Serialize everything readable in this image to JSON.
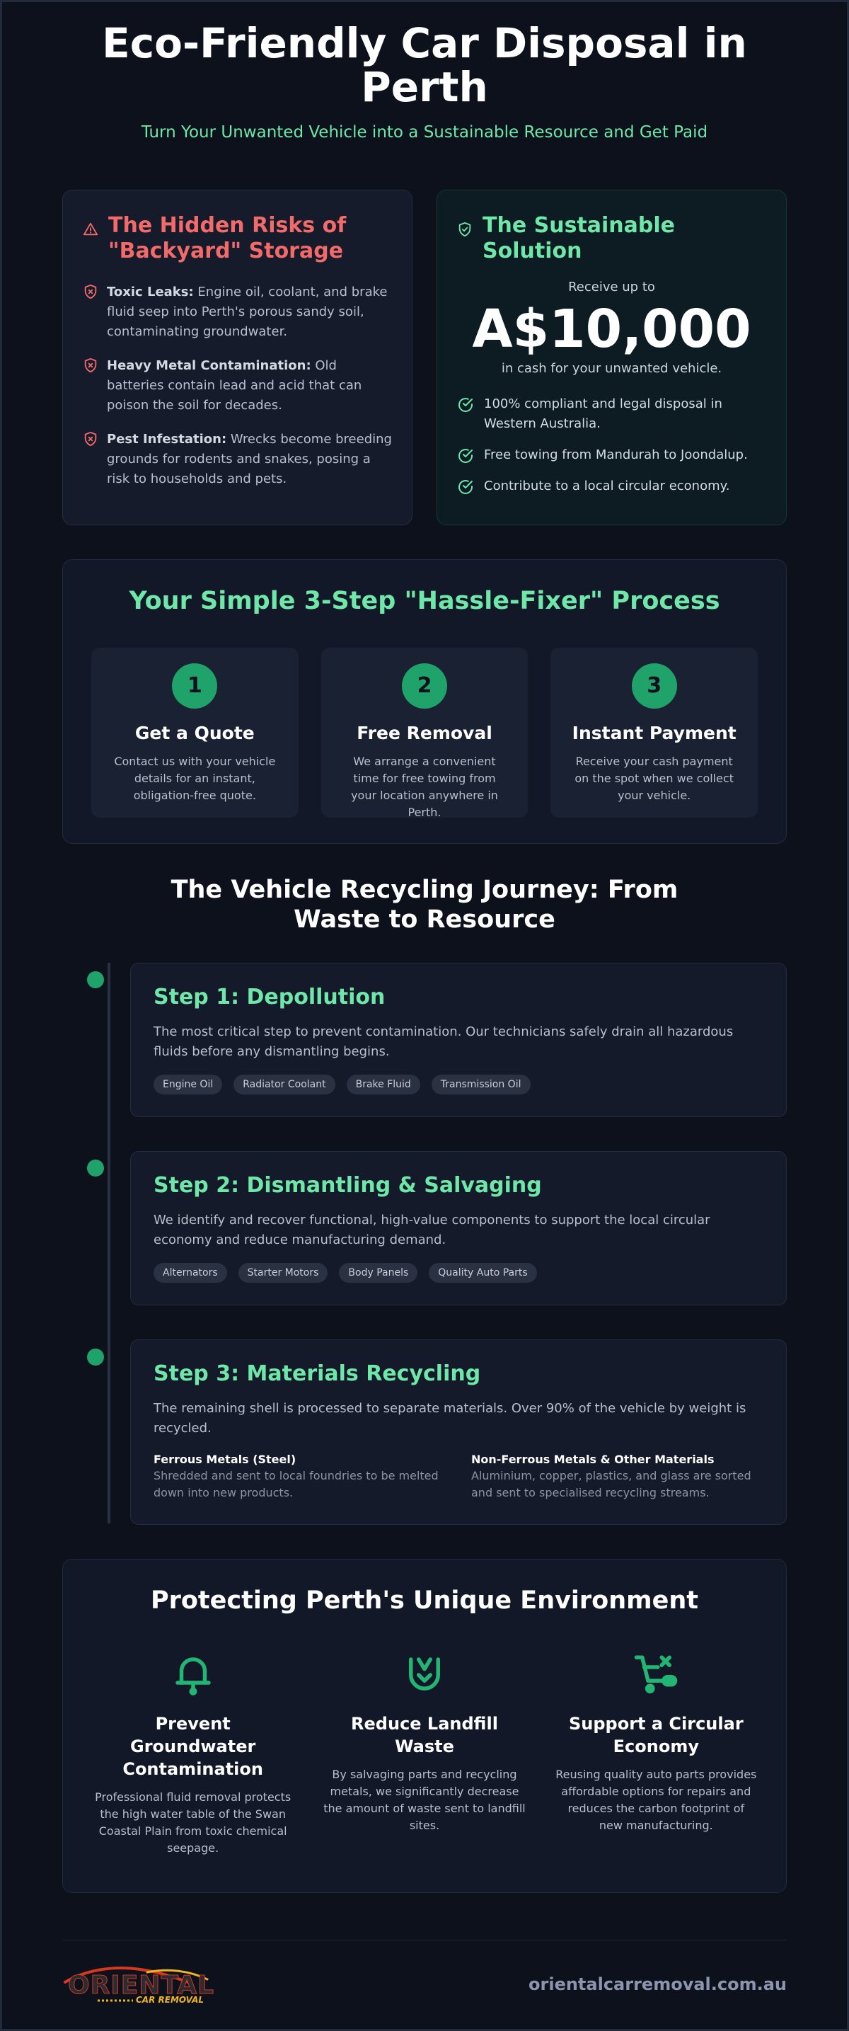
{
  "header": {
    "title": "Eco-Friendly Car Disposal in Perth",
    "subtitle": "Turn Your Unwanted Vehicle into a Sustainable Resource and Get Paid"
  },
  "risks": {
    "title": "The Hidden Risks of \"Backyard\" Storage",
    "items": [
      {
        "label": "Toxic Leaks:",
        "text": "Engine oil, coolant, and brake fluid seep into Perth's porous sandy soil, contaminating groundwater."
      },
      {
        "label": "Heavy Metal Contamination:",
        "text": "Old batteries contain lead and acid that can poison the soil for decades."
      },
      {
        "label": "Pest Infestation:",
        "text": "Wrecks become breeding grounds for rodents and snakes, posing a risk to households and pets."
      }
    ]
  },
  "solution": {
    "title": "The Sustainable Solution",
    "pre_amount": "Receive up to",
    "amount": "A$10,000",
    "post_amount": "in cash for your unwanted vehicle.",
    "items": [
      "100% compliant and legal disposal in Western Australia.",
      "Free towing from Mandurah to Joondalup.",
      "Contribute to a local circular economy."
    ]
  },
  "process": {
    "title": "Your Simple 3-Step \"Hassle-Fixer\" Process",
    "steps": [
      {
        "num": "1",
        "title": "Get a Quote",
        "text": "Contact us with your vehicle details for an instant, obligation-free quote."
      },
      {
        "num": "2",
        "title": "Free Removal",
        "text": "We arrange a convenient time for free towing from your location anywhere in Perth."
      },
      {
        "num": "3",
        "title": "Instant Payment",
        "text": "Receive your cash payment on the spot when we collect your vehicle."
      }
    ]
  },
  "journey": {
    "title": "The Vehicle Recycling Journey: From Waste to Resource",
    "steps": [
      {
        "title": "Step 1: Depollution",
        "desc": "The most critical step to prevent contamination. Our technicians safely drain all hazardous fluids before any dismantling begins.",
        "tags": [
          "Engine Oil",
          "Radiator Coolant",
          "Brake Fluid",
          "Transmission Oil"
        ]
      },
      {
        "title": "Step 2: Dismantling & Salvaging",
        "desc": "We identify and recover functional, high-value components to support the local circular economy and reduce manufacturing demand.",
        "tags": [
          "Alternators",
          "Starter Motors",
          "Body Panels",
          "Quality Auto Parts"
        ]
      },
      {
        "title": "Step 3: Materials Recycling",
        "desc": "The remaining shell is processed to separate materials. Over 90% of the vehicle by weight is recycled.",
        "materials": [
          {
            "title": "Ferrous Metals (Steel)",
            "text": "Shredded and sent to local foundries to be melted down into new products."
          },
          {
            "title": "Non-Ferrous Metals & Other Materials",
            "text": "Aluminium, copper, plastics, and glass are sorted and sent to specialised recycling streams."
          }
        ]
      }
    ]
  },
  "environment": {
    "title": "Protecting Perth's Unique Environment",
    "items": [
      {
        "icon": "bell-icon",
        "title": "Prevent Groundwater Contamination",
        "text": "Professional fluid removal protects the high water table of the Swan Coastal Plain from toxic chemical seepage."
      },
      {
        "icon": "recycle-bin-icon",
        "title": "Reduce Landfill Waste",
        "text": "By salvaging parts and recycling metals, we significantly decrease the amount of waste sent to landfill sites."
      },
      {
        "icon": "cart-icon",
        "title": "Support a Circular Economy",
        "text": "Reusing quality auto parts provides affordable options for repairs and reduces the carbon footprint of new manufacturing."
      }
    ]
  },
  "footer": {
    "logo_word": "ORIENTAL",
    "logo_tagline": "CAR REMOVAL",
    "website": "orientalcarremoval.com.au"
  },
  "colors": {
    "background": "#0c111b",
    "accent_green": "#6ee7a8",
    "step_green": "#1fa36a",
    "risk_red": "#f26a6a",
    "logo_orange": "#d63a1e",
    "logo_yellow": "#f0b323"
  }
}
